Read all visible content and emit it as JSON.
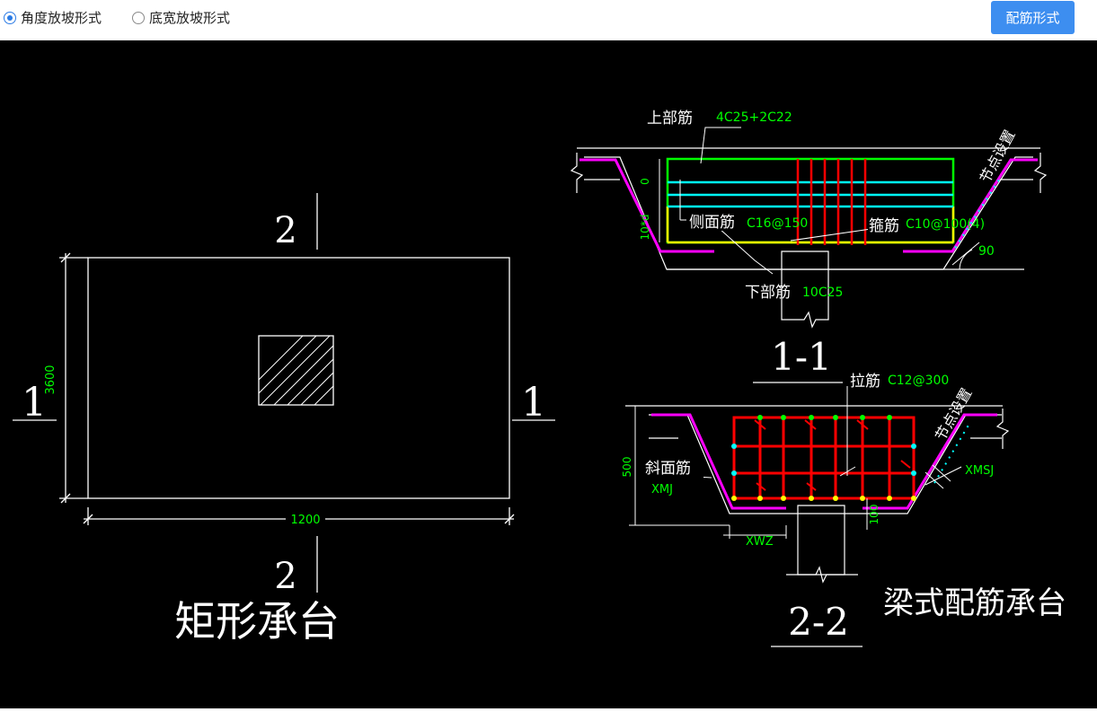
{
  "toolbar": {
    "options": [
      {
        "label": "角度放坡形式",
        "checked": true
      },
      {
        "label": "底宽放坡形式",
        "checked": false
      }
    ],
    "rebar_button": "配筋形式"
  },
  "plan": {
    "title": "矩形承台",
    "dim_height": "3600",
    "dim_width": "1200",
    "section_left": "1",
    "section_right": "1",
    "section_top": "2",
    "section_bottom": "2"
  },
  "section11": {
    "title": "1-1",
    "top_bar_label": "上部筋",
    "top_bar_value": "4C25+2C22",
    "side_bar_label": "侧面筋",
    "side_bar_value": "C16@150",
    "stirrup_label": "箍筋",
    "stirrup_value": "C10@100(4)",
    "bottom_bar_label": "下部筋",
    "bottom_bar_value": "10C25",
    "node_setting": "节点设置",
    "angle": "90",
    "dim_zero": "0",
    "dim_10d": "10*d"
  },
  "section22": {
    "title": "2-2",
    "tie_label": "拉筋",
    "tie_value": "C12@300",
    "slope_label": "斜面筋",
    "xmj": "XMJ",
    "xmsj": "XMSJ",
    "xwz": "XWZ",
    "dim_500": "500",
    "dim_100": "100",
    "node_setting": "节点设置"
  },
  "caption": "梁式配筋承台",
  "colors": {
    "accent": "#3d8ef0",
    "cad_green": "#00ff00",
    "cad_red": "#ff0000",
    "cad_cyan": "#00ffff",
    "cad_yellow": "#ffff00",
    "cad_magenta": "#ff00ff"
  }
}
